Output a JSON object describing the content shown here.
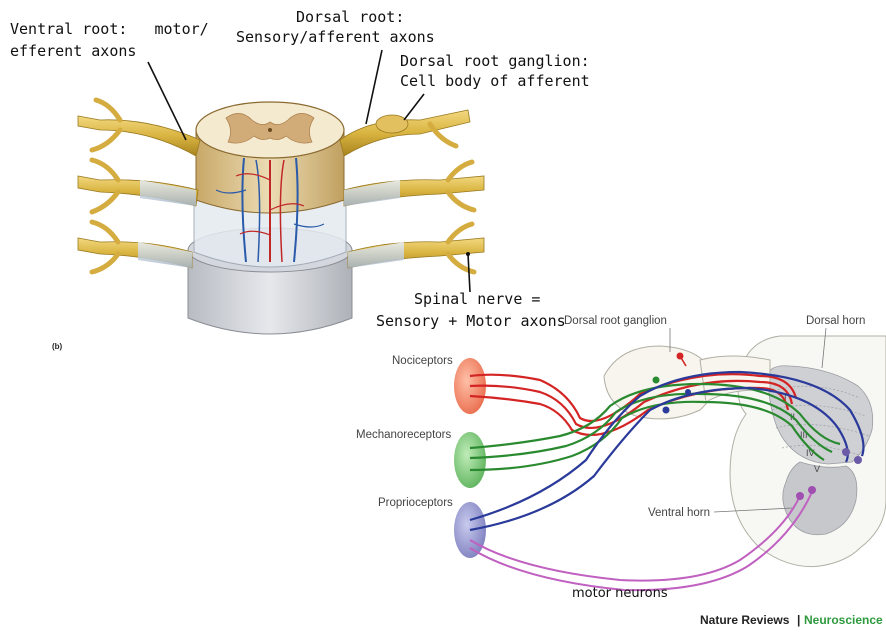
{
  "anatomy": {
    "panel_tag": "(b)",
    "ventral_root": {
      "line1": "Ventral root:   motor/",
      "line2": "efferent axons"
    },
    "dorsal_root": {
      "line1": "Dorsal root:",
      "line2": "Sensory/afferent axons"
    },
    "dorsal_root_ganglion": {
      "line1": "Dorsal root ganglion:",
      "line2": "Cell body of afferent"
    },
    "spinal_nerve": {
      "line1": "Spinal nerve =",
      "line2": "Sensory + Motor axons"
    }
  },
  "schematic": {
    "drg_label": "Dorsal root ganglion",
    "dorsal_horn_label": "Dorsal horn",
    "ventral_horn_label": "Ventral horn",
    "receptors": [
      {
        "label": "Nociceptors",
        "color": "#f08060"
      },
      {
        "label": "Mechanoreceptors",
        "color": "#6cc070"
      },
      {
        "label": "Proprioceptors",
        "color": "#8a8cc8"
      }
    ],
    "laminae": [
      "I",
      "II",
      "III",
      "IV",
      "V"
    ],
    "motor_label": "motor neurons"
  },
  "credit": {
    "journal": "Nature Reviews",
    "separator": "|",
    "section": "Neuroscience",
    "section_color": "#2e9a3e"
  },
  "colors": {
    "nociceptor_axon": "#d42424",
    "mechanoreceptor_axon": "#2a8a30",
    "proprioceptor_axon": "#2a3a9a",
    "motor_axon": "#c060c0",
    "nerve": "#d8b040"
  }
}
